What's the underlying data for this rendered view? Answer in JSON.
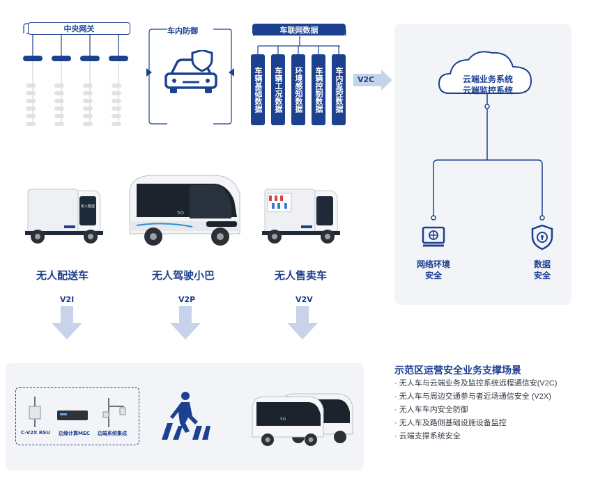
{
  "top": {
    "central_gateway": "中央网关",
    "in_vehicle_defense": "车内防御",
    "iov_data": "车联网数据",
    "data_bars": [
      "车辆基础数据",
      "车辆工况数据",
      "环境感知数据",
      "车辆控制数据",
      "车内监控数据"
    ],
    "v2c_label": "V2C"
  },
  "cloud": {
    "line1": "云端业务系统",
    "line2": "云端监控系统",
    "network_security": [
      "网络环境",
      "安全"
    ],
    "data_security": [
      "数据",
      "安全"
    ]
  },
  "vehicles": [
    {
      "name": "无人配送车",
      "link": "V2I"
    },
    {
      "name": "无人驾驶小巴",
      "link": "V2P"
    },
    {
      "name": "无人售卖车",
      "link": "V2V"
    }
  ],
  "infra": {
    "rsu": "C-V2X RSU",
    "mec": "边缘计算MEC",
    "edge": "边端系统集成"
  },
  "scenarios": {
    "title": "示范区运营安全业务支撑场景",
    "items": [
      "· 无人车与云端业务及监控系统远程通信安(V2C)",
      "· 无人车与周边交通参与者近场通信安全 (V2X)",
      "· 无人车车内安全防御",
      "· 无人车及路侧基础设施设备监控",
      "· 云端支撑系统安全"
    ]
  },
  "colors": {
    "navy": "#1c4190",
    "panel": "#f2f4f7",
    "arrow": "#c7d3ea"
  }
}
